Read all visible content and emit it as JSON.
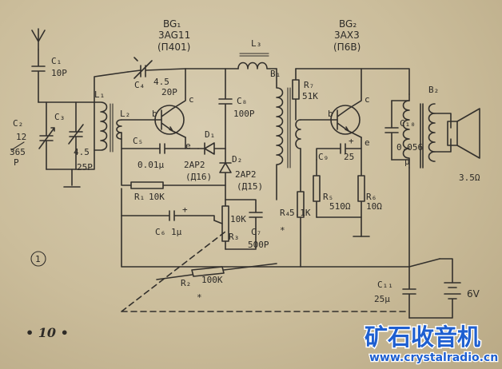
{
  "labels": {
    "bg1_name": "BG₁",
    "bg1_type": "3AG11",
    "bg1_alt": "(П401)",
    "bg2_name": "BG₂",
    "bg2_type": "3AX3",
    "bg2_alt": "(П6В)",
    "c1": "C₁",
    "c1_val": "10P",
    "c2": "C₂",
    "c2_val_a": "12",
    "c2_val_b": "365",
    "c2_val_c": "P",
    "c3": "C₃",
    "c3_val_a": "4.5",
    "c3_val_b": "25P",
    "l1": "L₁",
    "l2": "L₂",
    "l3": "L₃",
    "c4": "C₄",
    "c4_val_a": "4.5",
    "c4_val_b": "20P",
    "c5": "C₅",
    "c5_val": "0.01μ",
    "c6": "C₆",
    "c6_val": "1μ",
    "c7": "C₇",
    "c7_val": "500P",
    "c8": "C₈",
    "c8_val": "100P",
    "c9": "C₉",
    "c9_val": "25",
    "c10": "C₁₀",
    "c10_val": "0.056",
    "c10_unit": "μ",
    "c11": "C₁₁",
    "c11_val": "25μ",
    "r1": "R₁",
    "r1_val": "10K",
    "r2": "R₂",
    "r2_val": "100K",
    "r3": "R₃",
    "r3_val": "10K",
    "r4": "R₄",
    "r4_val": "5.1K",
    "r5": "R₅",
    "r5_val": "510Ω",
    "r6": "R₆",
    "r6_val": "10Ω",
    "r7": "R₇",
    "r7_val": "51K",
    "d1": "D₁",
    "d1_type": "2AP2",
    "d1_alt": "(Д16)",
    "d2": "D₂",
    "d2_type": "2AP2",
    "d2_alt": "(Д15)",
    "b1": "B₁",
    "b2": "B₂",
    "spk_val": "3.5Ω",
    "batt": "6V",
    "pin_b1": "b",
    "pin_c1": "c",
    "pin_e1": "e",
    "pin_b2": "b",
    "pin_c2": "c",
    "pin_e2": "e",
    "asterisk1": "*",
    "asterisk2": "*",
    "fig_no": "1",
    "page_no": "• 10 •"
  },
  "watermark": {
    "cn": "矿石收音机",
    "url": "www.crystalradio.cn"
  },
  "colors": {
    "ink": "#33302c",
    "paper": "#cdbf9e",
    "watermark": "#1e5fd0"
  }
}
